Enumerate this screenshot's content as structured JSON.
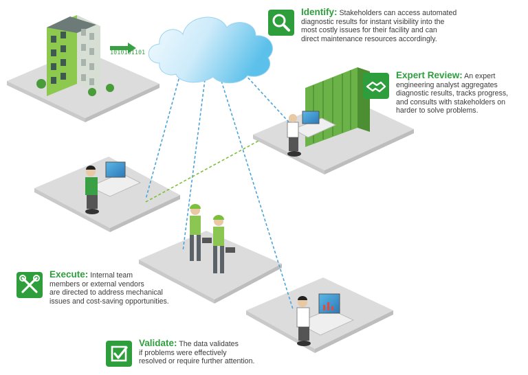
{
  "binary_stream": "1010101101",
  "colors": {
    "brand_green": "#2e9e3c",
    "cloud_light": "#e8f6fd",
    "cloud_blue": "#5bc0ea",
    "link_blue": "#4aa3d9",
    "link_green": "#7bbf3a",
    "platform": "#dcdcdc",
    "body_text": "#3b3b3b"
  },
  "callouts": {
    "identify": {
      "icon": "magnifier-icon",
      "title": "Identify:",
      "lines": [
        "Stakeholders can access automated",
        "diagnostic results for instant visibility into the",
        "most costly issues for their facility and can",
        "direct maintenance resources accordingly."
      ]
    },
    "expert": {
      "icon": "handshake-icon",
      "title": "Expert Review:",
      "lines": [
        "An expert",
        "engineering analyst aggregates",
        "diagnostic results, tracks progress,",
        "and consults with stakeholders on",
        "harder to solve problems."
      ]
    },
    "execute": {
      "icon": "tools-icon",
      "title": "Execute:",
      "lines": [
        "Internal team",
        "members or external vendors",
        "are directed to address mechanical",
        "issues and cost-saving opportunities."
      ]
    },
    "validate": {
      "icon": "checkbox-icon",
      "title": "Validate:",
      "lines": [
        "The data validates",
        "if problems were effectively",
        "resolved or require further attention."
      ]
    }
  }
}
